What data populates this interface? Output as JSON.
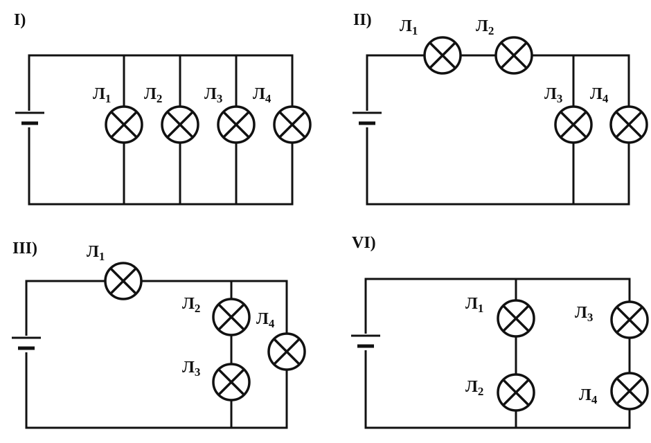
{
  "colors": {
    "line": "#111111",
    "background": "#ffffff"
  },
  "panels": [
    {
      "id": "I",
      "label": "I)",
      "lamps": [
        {
          "id": "1",
          "letter": "Л",
          "index": "1"
        },
        {
          "id": "2",
          "letter": "Л",
          "index": "2"
        },
        {
          "id": "3",
          "letter": "Л",
          "index": "3"
        },
        {
          "id": "4",
          "letter": "Л",
          "index": "4"
        }
      ]
    },
    {
      "id": "II",
      "label": "II)",
      "lamps": [
        {
          "id": "1",
          "letter": "Л",
          "index": "1"
        },
        {
          "id": "2",
          "letter": "Л",
          "index": "2"
        },
        {
          "id": "3",
          "letter": "Л",
          "index": "3"
        },
        {
          "id": "4",
          "letter": "Л",
          "index": "4"
        }
      ]
    },
    {
      "id": "III",
      "label": "III)",
      "lamps": [
        {
          "id": "1",
          "letter": "Л",
          "index": "1"
        },
        {
          "id": "2",
          "letter": "Л",
          "index": "2"
        },
        {
          "id": "3",
          "letter": "Л",
          "index": "3"
        },
        {
          "id": "4",
          "letter": "Л",
          "index": "4"
        }
      ]
    },
    {
      "id": "VI",
      "label": "VI)",
      "lamps": [
        {
          "id": "1",
          "letter": "Л",
          "index": "1"
        },
        {
          "id": "2",
          "letter": "Л",
          "index": "2"
        },
        {
          "id": "3",
          "letter": "Л",
          "index": "3"
        },
        {
          "id": "4",
          "letter": "Л",
          "index": "4"
        }
      ]
    }
  ]
}
